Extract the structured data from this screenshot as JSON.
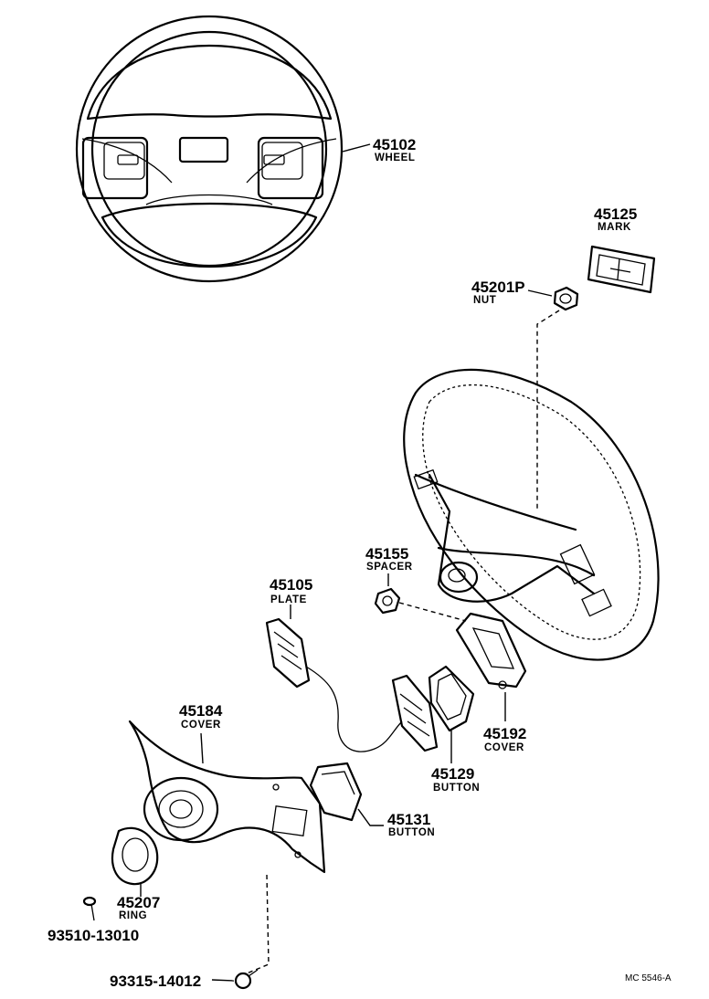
{
  "parts": [
    {
      "id": "wheel",
      "number": "45102",
      "name": "WHEEL"
    },
    {
      "id": "mark",
      "number": "45125",
      "name": "MARK"
    },
    {
      "id": "nut",
      "number": "45201P",
      "name": "NUT"
    },
    {
      "id": "spacer",
      "number": "45155",
      "name": "SPACER"
    },
    {
      "id": "plate",
      "number": "45105",
      "name": "PLATE"
    },
    {
      "id": "cover1",
      "number": "45184",
      "name": "COVER"
    },
    {
      "id": "cover2",
      "number": "45192",
      "name": "COVER"
    },
    {
      "id": "button1",
      "number": "45129",
      "name": "BUTTON"
    },
    {
      "id": "button2",
      "number": "45131",
      "name": "BUTTON"
    },
    {
      "id": "ring",
      "number": "45207",
      "name": "RING"
    }
  ],
  "fasteners": [
    {
      "id": "screw-small",
      "number": "93510-13010"
    },
    {
      "id": "screw-large",
      "number": "93315-14012"
    }
  ],
  "diagram_code": "MC 5546-A"
}
